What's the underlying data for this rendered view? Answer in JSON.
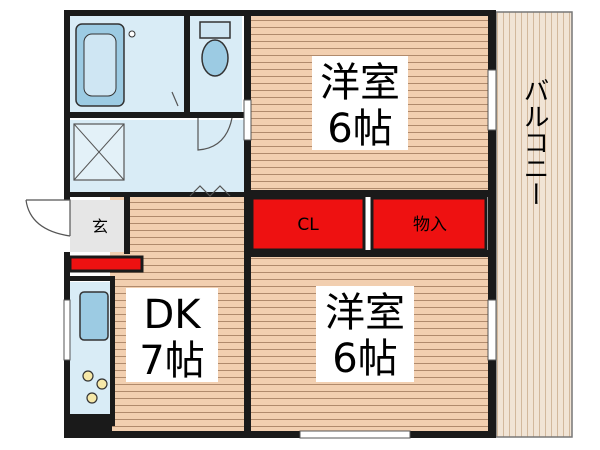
{
  "rooms": {
    "western_room_top": {
      "name": "洋室",
      "size": "6帖"
    },
    "western_room_bottom": {
      "name": "洋室",
      "size": "6帖"
    },
    "dining_kitchen": {
      "name": "DK",
      "size": "7帖"
    },
    "closet": {
      "label": "CL"
    },
    "storage": {
      "label": "物入"
    },
    "entrance": {
      "label": "玄"
    },
    "balcony": {
      "label": "バルコニー"
    }
  },
  "colors": {
    "wall": "#1a1a1a",
    "wood_floor": "#f2cfb0",
    "floor_lines": "#b08a6c",
    "wet_area": "#d9ecf6",
    "fixture": "#9ccbe3",
    "storage_red": "#ee1111",
    "entrance_floor": "#e6e6e6",
    "balcony": "#f1e4d5"
  }
}
